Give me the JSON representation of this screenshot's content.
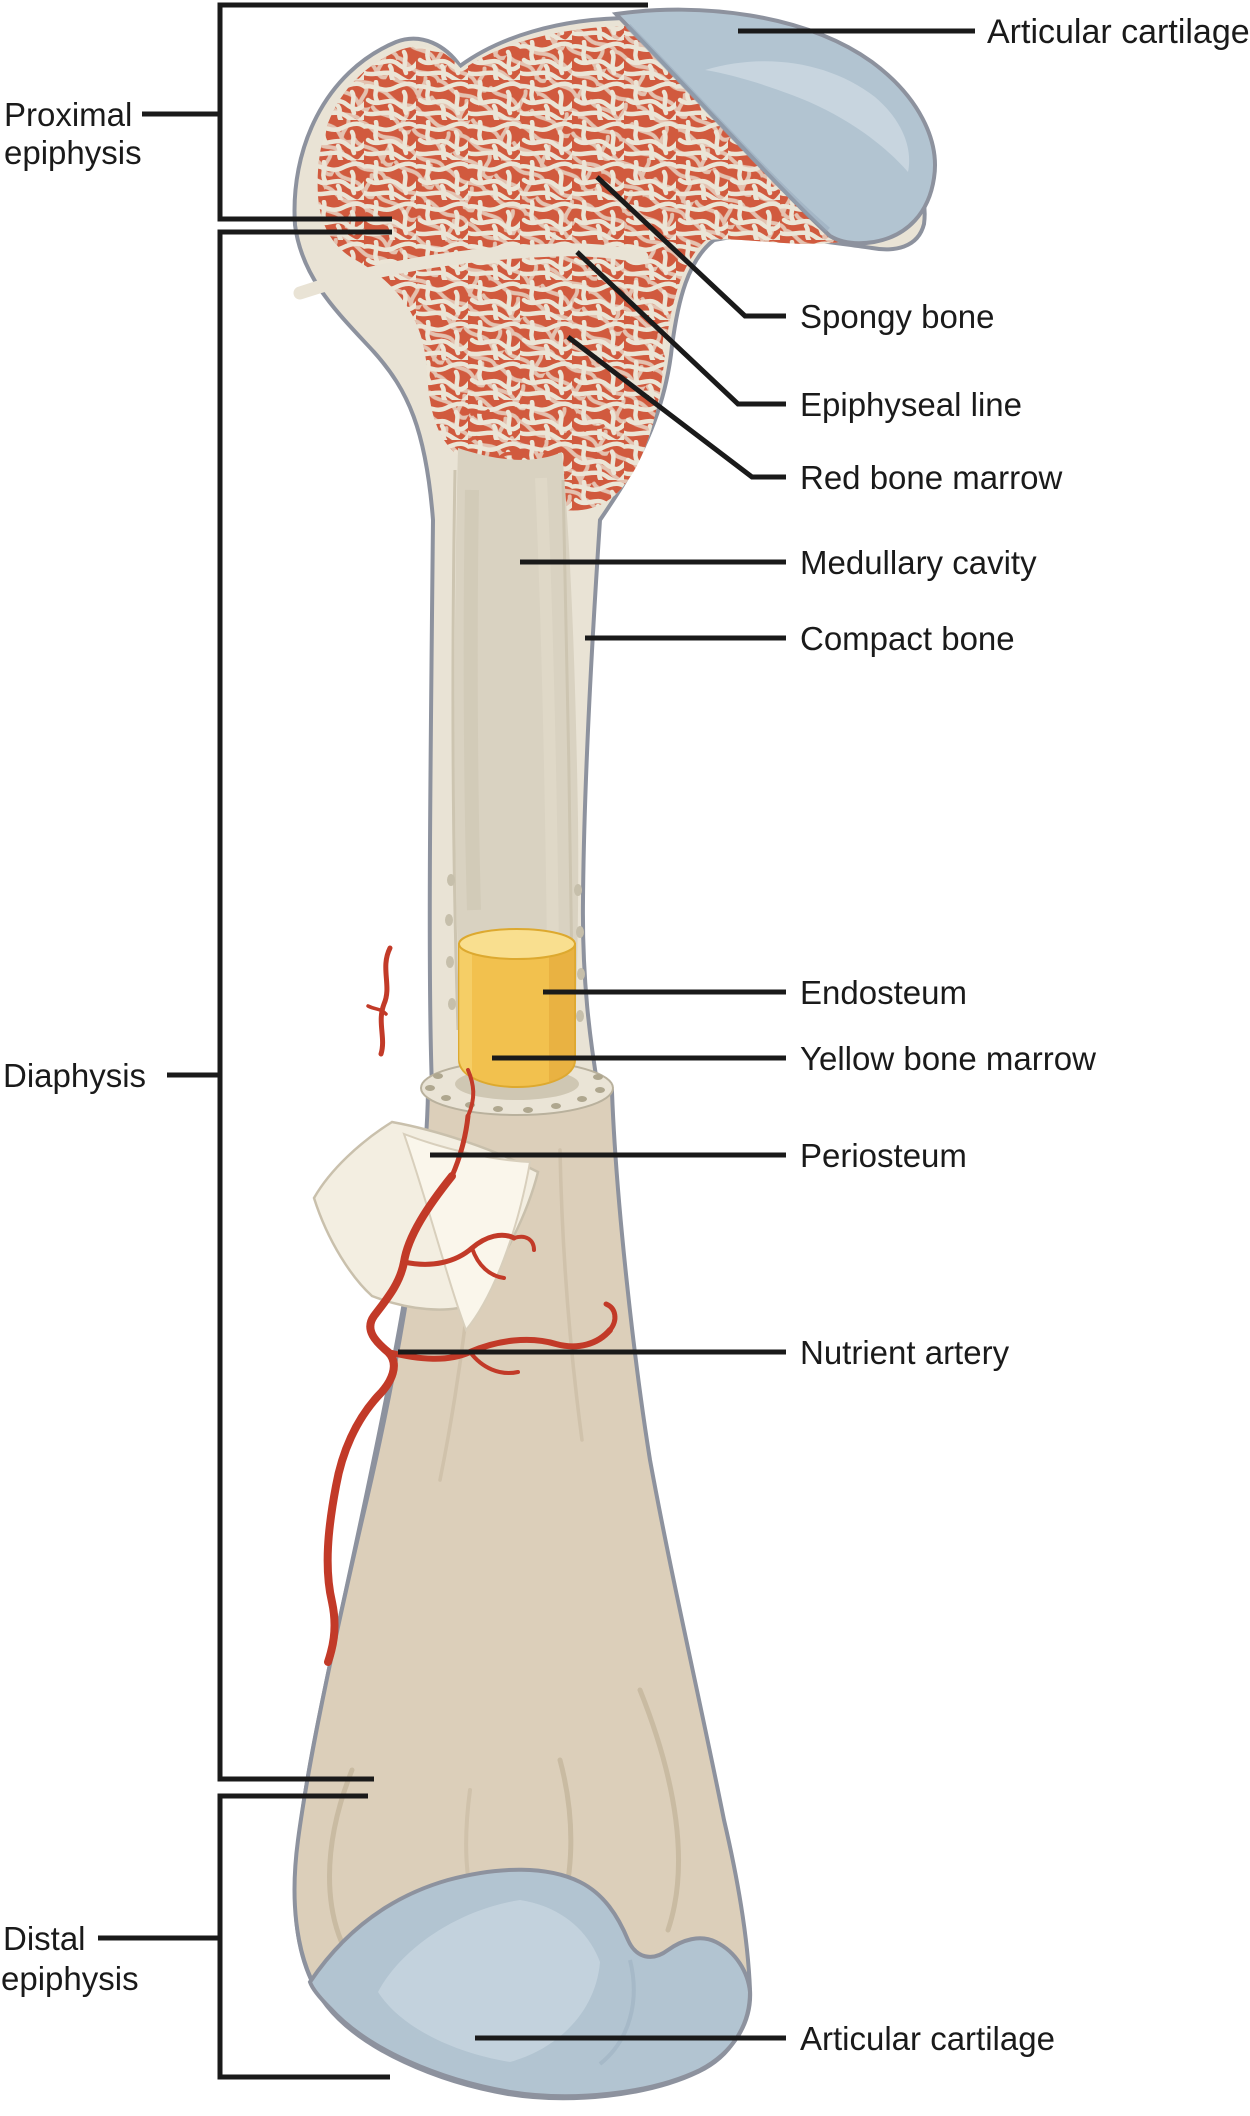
{
  "figure": {
    "type": "anatomical-diagram",
    "subject": "long bone (femur) longitudinal section"
  },
  "labels": {
    "left": [
      {
        "id": "proximal-epiphysis",
        "line1": "Proximal",
        "line2": "epiphysis"
      },
      {
        "id": "diaphysis",
        "line1": "Diaphysis"
      },
      {
        "id": "distal-epiphysis",
        "line1": "Distal",
        "line2": "epiphysis"
      }
    ],
    "right": [
      {
        "id": "articular-cartilage-top",
        "text": "Articular cartilage"
      },
      {
        "id": "spongy-bone",
        "text": "Spongy bone"
      },
      {
        "id": "epiphyseal-line",
        "text": "Epiphyseal line"
      },
      {
        "id": "red-bone-marrow",
        "text": "Red bone marrow"
      },
      {
        "id": "medullary-cavity",
        "text": "Medullary cavity"
      },
      {
        "id": "compact-bone",
        "text": "Compact bone"
      },
      {
        "id": "endosteum",
        "text": "Endosteum"
      },
      {
        "id": "yellow-bone-marrow",
        "text": "Yellow bone marrow"
      },
      {
        "id": "periosteum",
        "text": "Periosteum"
      },
      {
        "id": "nutrient-artery",
        "text": "Nutrient artery"
      },
      {
        "id": "articular-cartilage-bottom",
        "text": "Articular cartilage"
      }
    ]
  },
  "colors": {
    "line_black": "#1a1a1a",
    "bone_cream": "#e9e3d5",
    "spongy_base": "#e3dccb",
    "spongy_red": "#d15a3e",
    "trabecula_cream": "#ebe5d6",
    "cavity_fill": "#d9d2c1",
    "exterior_beige": "#dccfba",
    "cartilage_blue": "#b2c4d1",
    "cartilage_highlight": "#cbd8e2",
    "marrow_yellow": "#f2c14e",
    "marrow_yellow_light": "#f9df8f",
    "artery_red": "#c23a28",
    "outline_gray": "#8d929e",
    "periosteum_flap": "#f3eee1"
  }
}
